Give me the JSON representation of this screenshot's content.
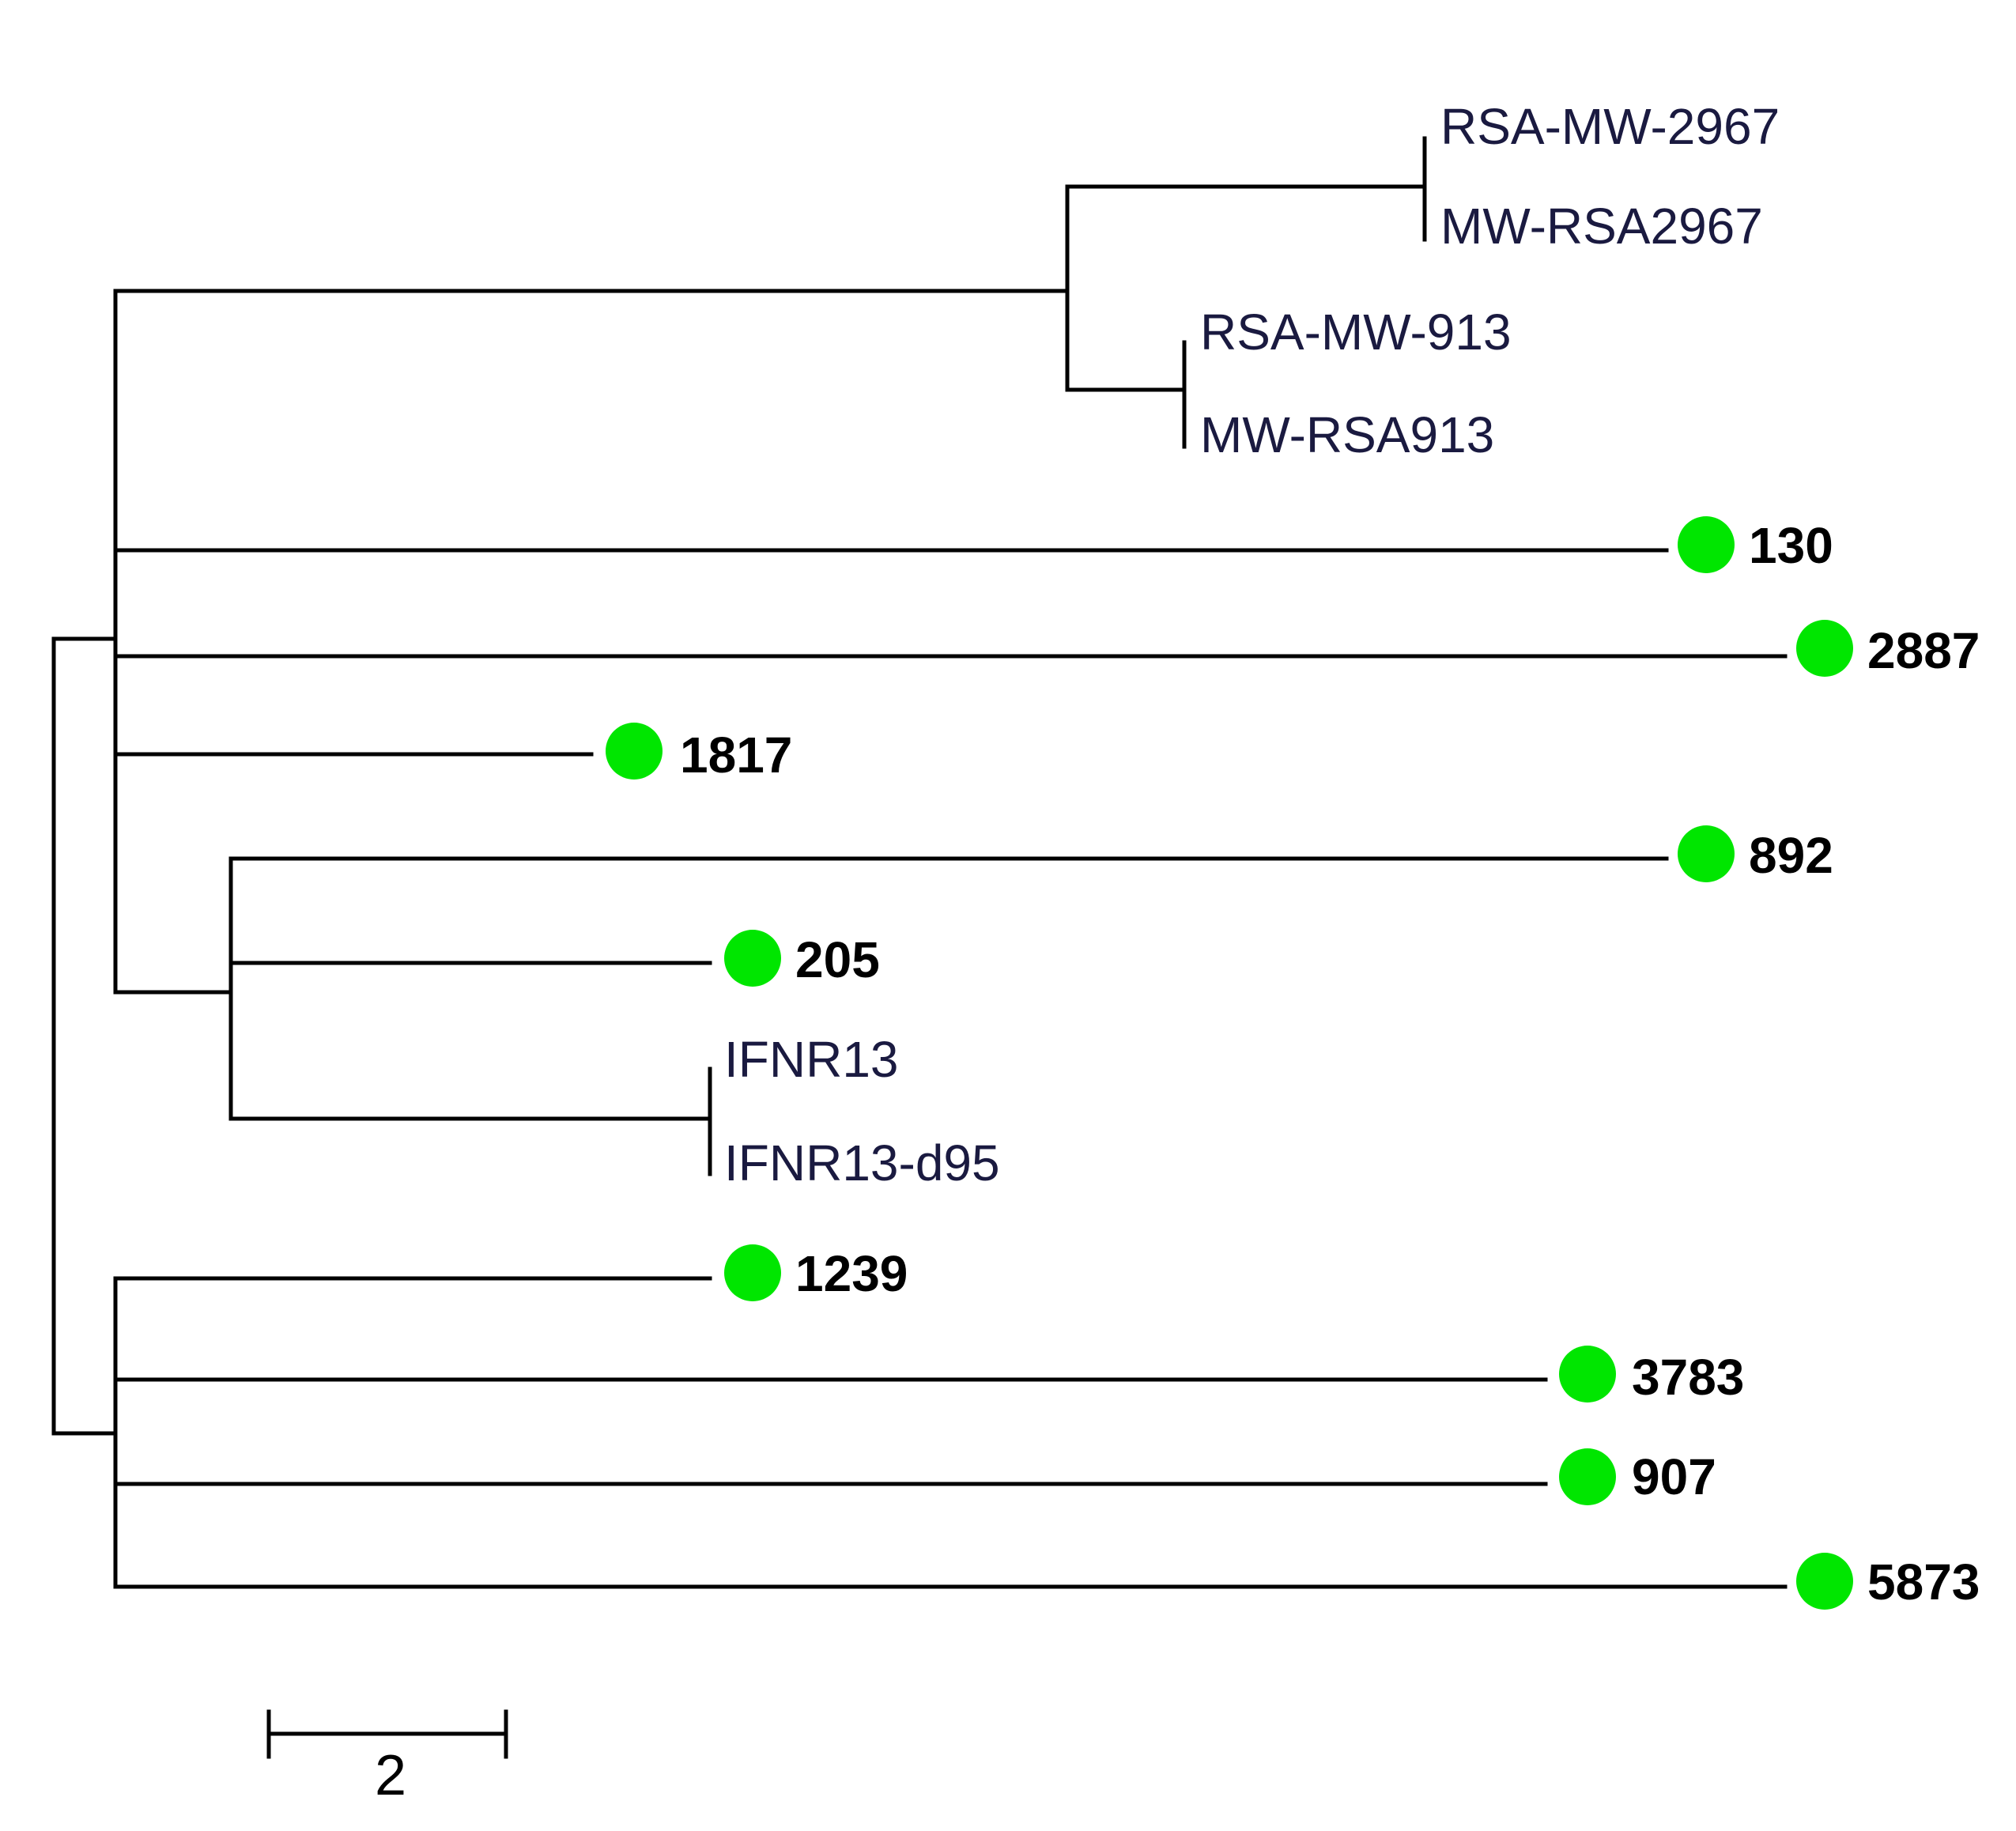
{
  "tree": {
    "leaves": [
      {
        "id": "a",
        "label": "RSA-MW-2967",
        "marked": false
      },
      {
        "id": "b",
        "label": "MW-RSA2967",
        "marked": false
      },
      {
        "id": "c",
        "label": "RSA-MW-913",
        "marked": false
      },
      {
        "id": "d",
        "label": "MW-RSA913",
        "marked": false
      },
      {
        "id": "e",
        "label": "130",
        "marked": true
      },
      {
        "id": "f",
        "label": "2887",
        "marked": true
      },
      {
        "id": "g",
        "label": "1817",
        "marked": true
      },
      {
        "id": "h",
        "label": "892",
        "marked": true
      },
      {
        "id": "i",
        "label": "205",
        "marked": true
      },
      {
        "id": "j",
        "label": "IFNR13",
        "marked": false
      },
      {
        "id": "k",
        "label": "IFNR13-d95",
        "marked": false
      },
      {
        "id": "l",
        "label": "1239",
        "marked": true
      },
      {
        "id": "m",
        "label": "3783",
        "marked": true
      },
      {
        "id": "n",
        "label": "907",
        "marked": true
      },
      {
        "id": "o",
        "label": "5873",
        "marked": true
      }
    ],
    "marker_color": "#00e600"
  },
  "scale_bar": {
    "label": "2"
  }
}
